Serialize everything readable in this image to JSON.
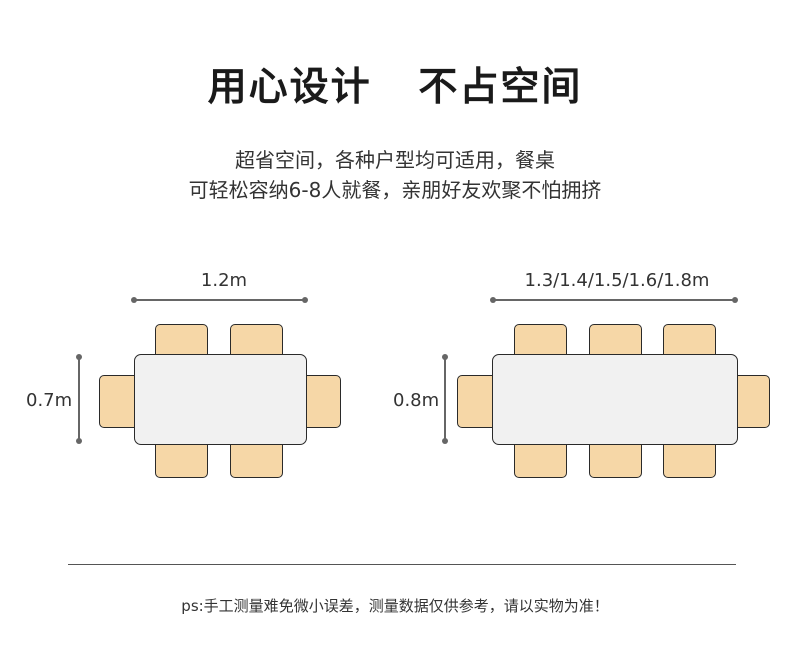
{
  "title": {
    "part1": "用心设计",
    "part2": "不占空间"
  },
  "subtitle": {
    "line1": "超省空间，各种户型均可适用，餐桌",
    "line2": "可轻松容纳6-8人就餐，亲朋好友欢聚不怕拥挤"
  },
  "tables": [
    {
      "length_label": "1.2m",
      "width_label": "0.7m",
      "chairs": 6
    },
    {
      "length_label": "1.3/1.4/1.5/1.6/1.8m",
      "width_label": "0.8m",
      "chairs": 8
    }
  ],
  "colors": {
    "chair": "#f6d7a7",
    "table": "#f1f1f1",
    "outline": "#2a2a2a",
    "dimension": "#666666"
  },
  "footnote": "ps:手工测量难免微小误差，测量数据仅供参考，请以实物为准！"
}
